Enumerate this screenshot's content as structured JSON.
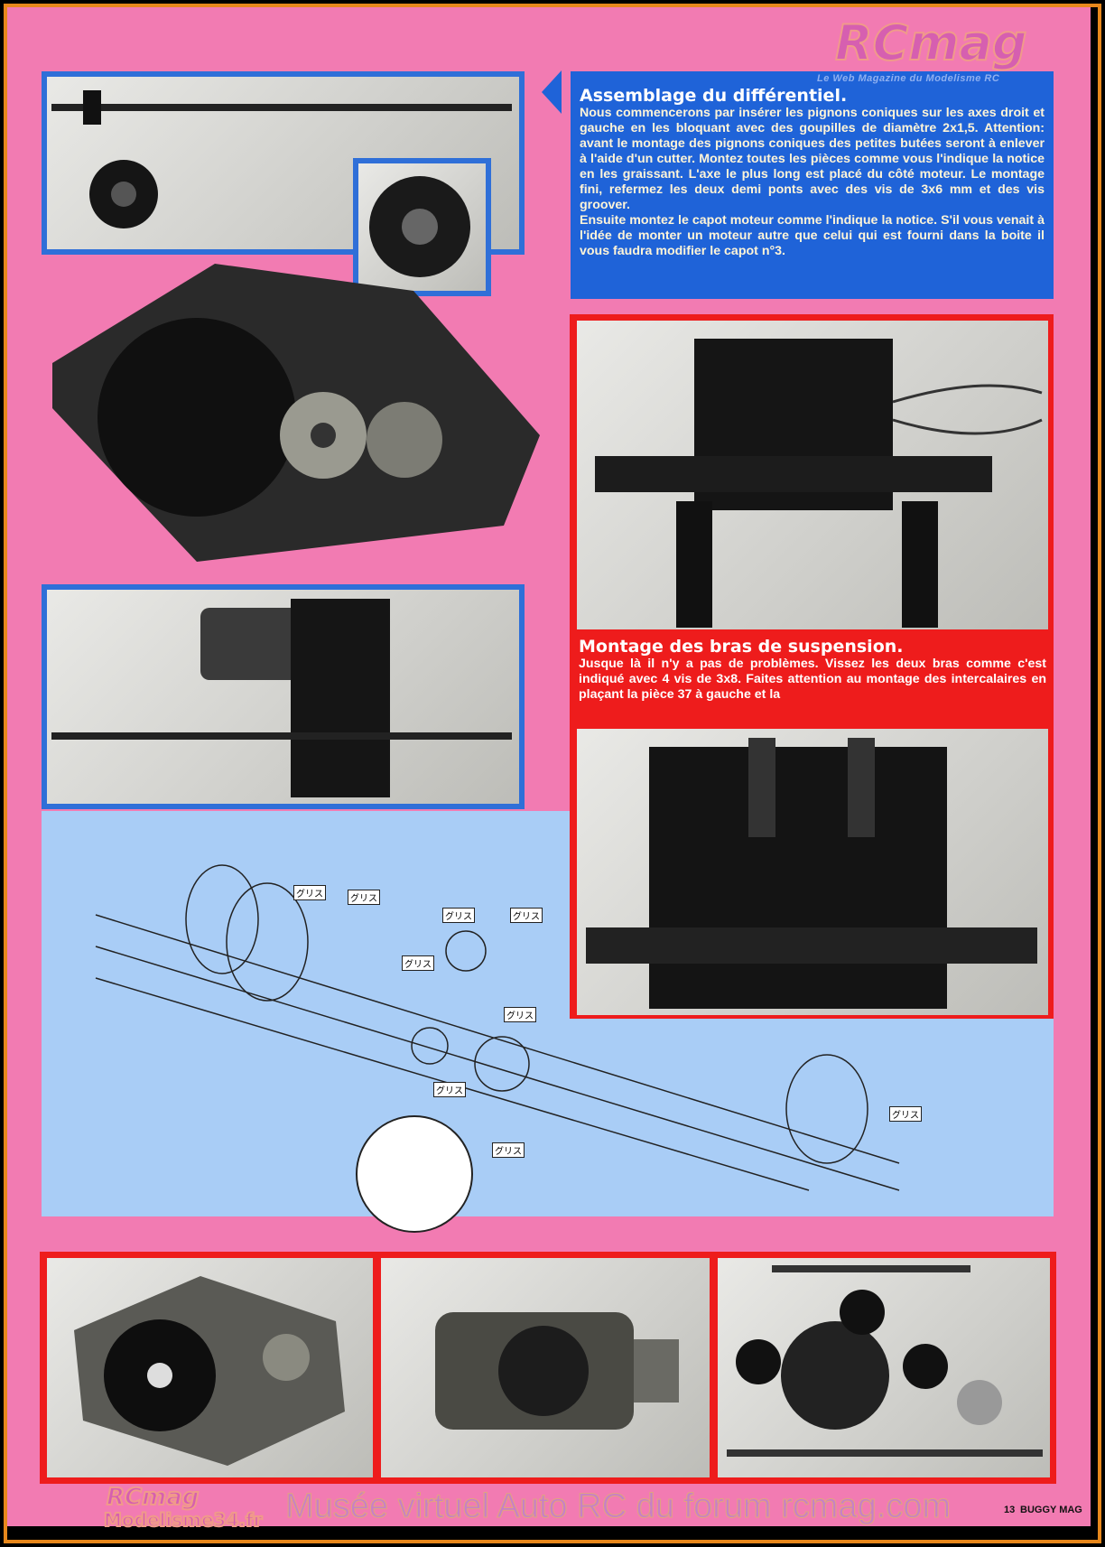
{
  "logo": {
    "brand": "RCmag",
    "tagline": "Le Web Magazine du Modelisme RC"
  },
  "section1": {
    "title": "Assemblage du différentiel.",
    "paragraphs": [
      "Nous commencerons par insérer les pignons coniques sur les axes droit et gauche en les bloquant avec des goupilles de diamètre 2x1,5. Attention: avant le montage des pignons coniques des petites butées seront à enlever à l'aide d'un cutter. Montez toutes les pièces comme vous l'indique la notice en les graissant. L'axe le plus long est placé du côté moteur. Le montage fini, refermez les deux demi ponts avec des vis de 3x6 mm et des vis groover.",
      "Ensuite montez le capot moteur comme l'indique la notice. S'il vous venait à l'idée de monter un moteur autre que celui qui est fourni dans la boite il vous faudra modifier le capot n°3."
    ]
  },
  "section2": {
    "title": "Montage des bras de suspension.",
    "body": "Jusque là il n'y a pas de problèmes. Vissez les deux bras comme c'est indiqué avec 4 vis de 3x8. Faites attention au montage des intercalaires en plaçant la pièce 37 à gauche et la"
  },
  "diagram": {
    "labels": [
      "グリス",
      "グリス",
      "グリス",
      "グリス",
      "グリス",
      "グリス",
      "グリス",
      "グリス",
      "グリス"
    ]
  },
  "footer": {
    "page_number": "13",
    "magazine": "BUGGY MAG",
    "watermark": "Musée virtuel Auto RC du forum rcmag.com",
    "logo_brand": "RCmag",
    "logo_site": "Modelisme34.fr"
  },
  "colors": {
    "page": "#f27bb2",
    "blue": "#1f63d8",
    "red": "#ee1c1c",
    "diagram": "#a9cdf6",
    "border": "#e8881c"
  }
}
